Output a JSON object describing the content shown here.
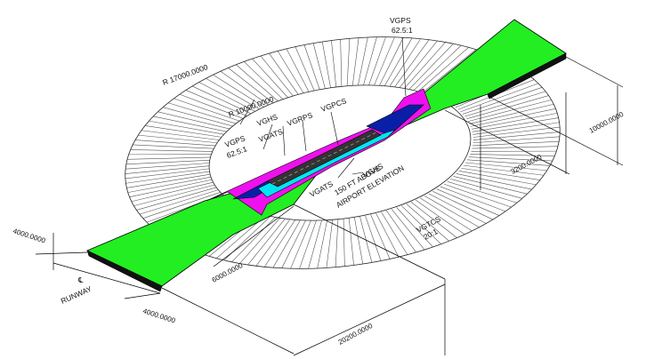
{
  "diagram": {
    "surfaces": [
      {
        "name": "VGPS",
        "slope": "62.5:1"
      },
      {
        "name": "VGHS",
        "slope": ""
      },
      {
        "name": "VGATS",
        "slope": ""
      },
      {
        "name": "VGRPS",
        "slope": ""
      },
      {
        "name": "VGPCS",
        "slope": ""
      }
    ],
    "labels": {
      "vgps_top": "VGPS",
      "vgps_top_slope": "62.5:1",
      "r_outer": "R 17000.0000",
      "r_inner": "R 10000.0000",
      "vghs_top": "VGHS",
      "vgps_left": "VGPS",
      "vgps_left_slope": "62.5:1",
      "vgats_left": "VGATS",
      "vgrps": "VGRPS",
      "vgpcs": "VGPCS",
      "vghs_right": "VGHS",
      "vghs_right_note1": "150 FT ABOVE",
      "vghs_right_note2": "AIRPORT ELEVATION",
      "vgats_lower": "VGATS",
      "vgtcs": "VGTCS",
      "vgtcs_slope": "20:1",
      "runway_cl": "℄",
      "runway": "RUNWAY"
    },
    "dimensions": {
      "d_10000": "10000.0000",
      "d_3200": "3200.0000",
      "d_6000": "6000.0000",
      "d_20200": "20200.0000",
      "d_4000_left": "4000.0000",
      "d_4000_bottom": "4000.0000"
    },
    "colors": {
      "approach": "#22ee22",
      "transition": "#ee11ee",
      "inner": "#0a1fa8",
      "core": "#00e6f0",
      "runway": "#333333",
      "outline": "#000000",
      "hatch": "#555555"
    }
  }
}
